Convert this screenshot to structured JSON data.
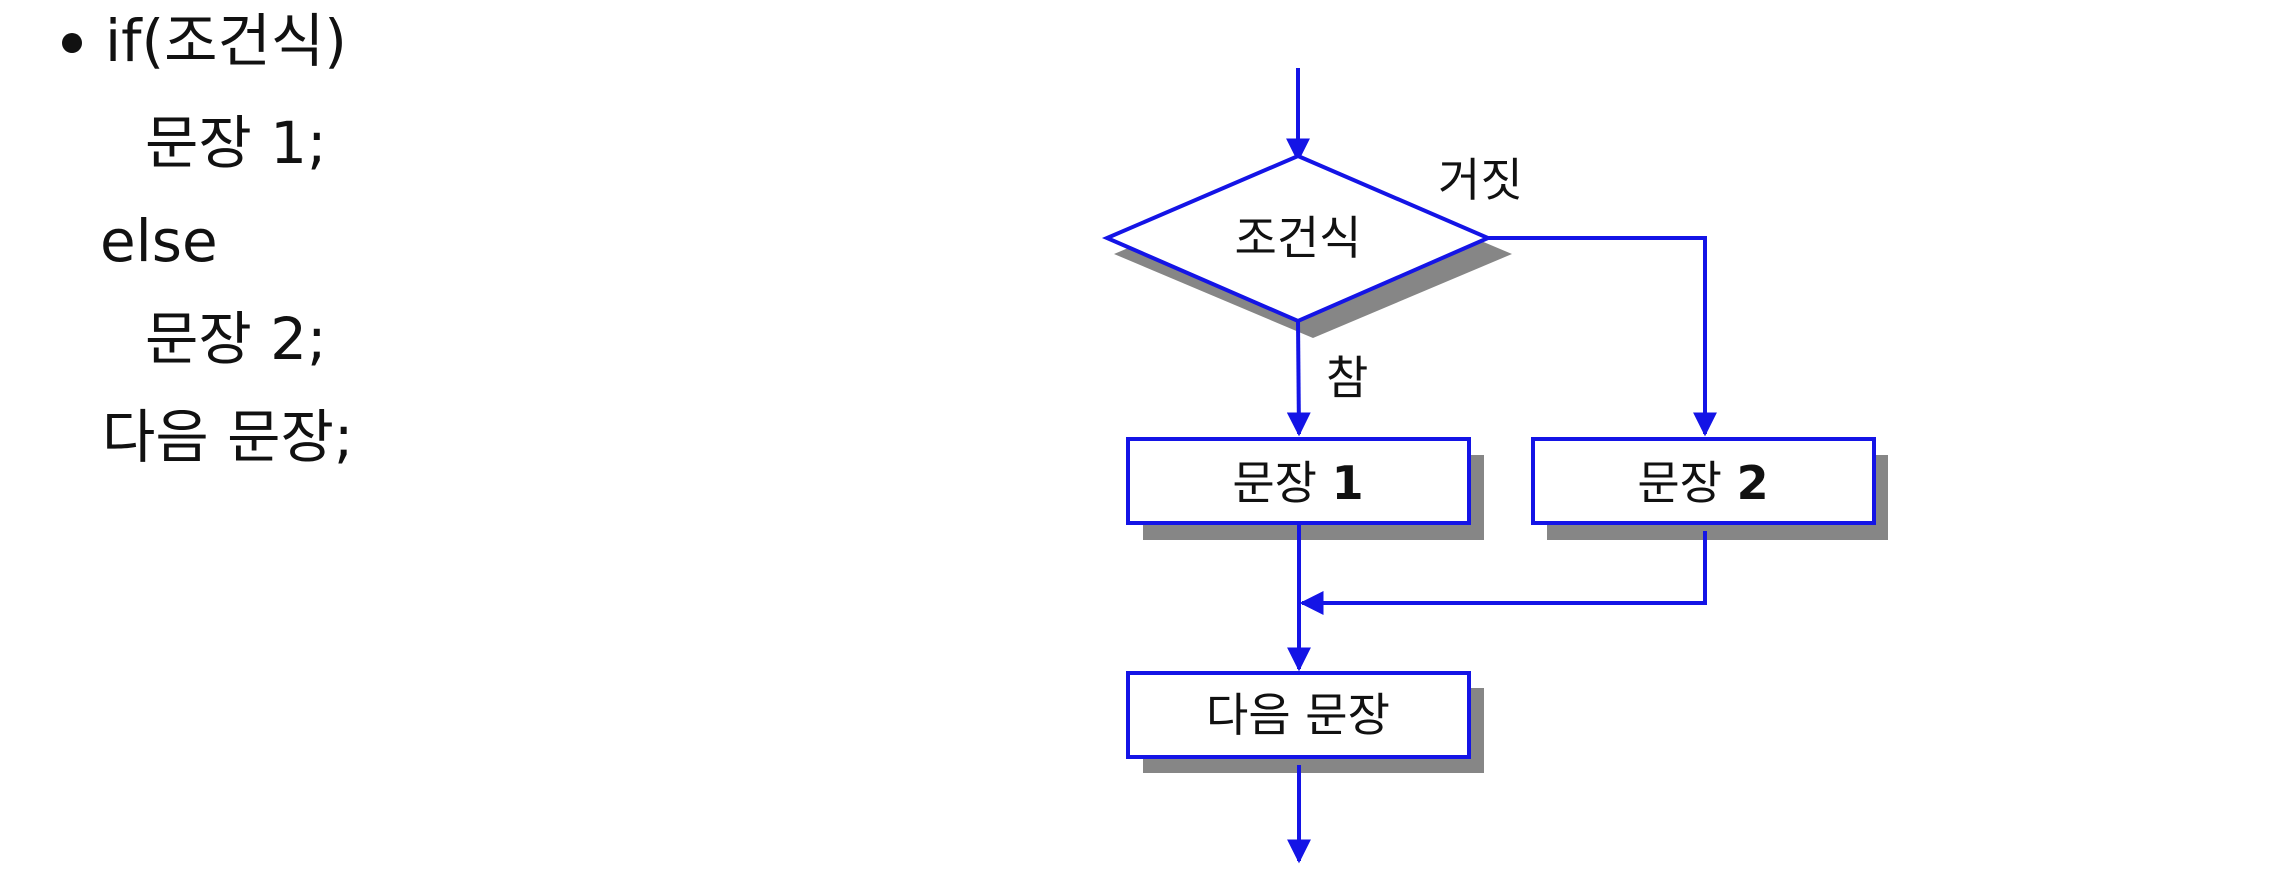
{
  "code": {
    "line1": "if(조건식)",
    "line2": "문장 1;",
    "line3": "else",
    "line4": "문장 2;",
    "line5": "다음 문장;"
  },
  "flowchart": {
    "condition": "조건식",
    "true_label": "참",
    "false_label": "거짓",
    "statement1_text": "문장",
    "statement1_num": "1",
    "statement2_text": "문장",
    "statement2_num": "2",
    "next_statement": "다음 문장"
  },
  "colors": {
    "line": "#1414e6",
    "shadow": "#868686",
    "text": "#111111"
  }
}
